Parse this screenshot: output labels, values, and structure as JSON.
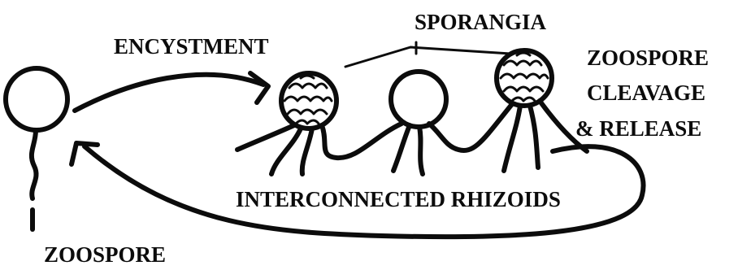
{
  "labels": {
    "encystment": "ENCYSTMENT",
    "sporangia": "SPORANGIA",
    "zoospore_cleavage_line1": "ZOOSPORE",
    "zoospore_cleavage_line2": "CLEAVAGE",
    "zoospore_cleavage_line3": "& RELEASE",
    "rhizoids": "INTERCONNECTED RHIZOIDS",
    "zoospore": "ZOOSPORE"
  },
  "colors": {
    "ink": "#0c0c0c",
    "background": "#ffffff"
  }
}
